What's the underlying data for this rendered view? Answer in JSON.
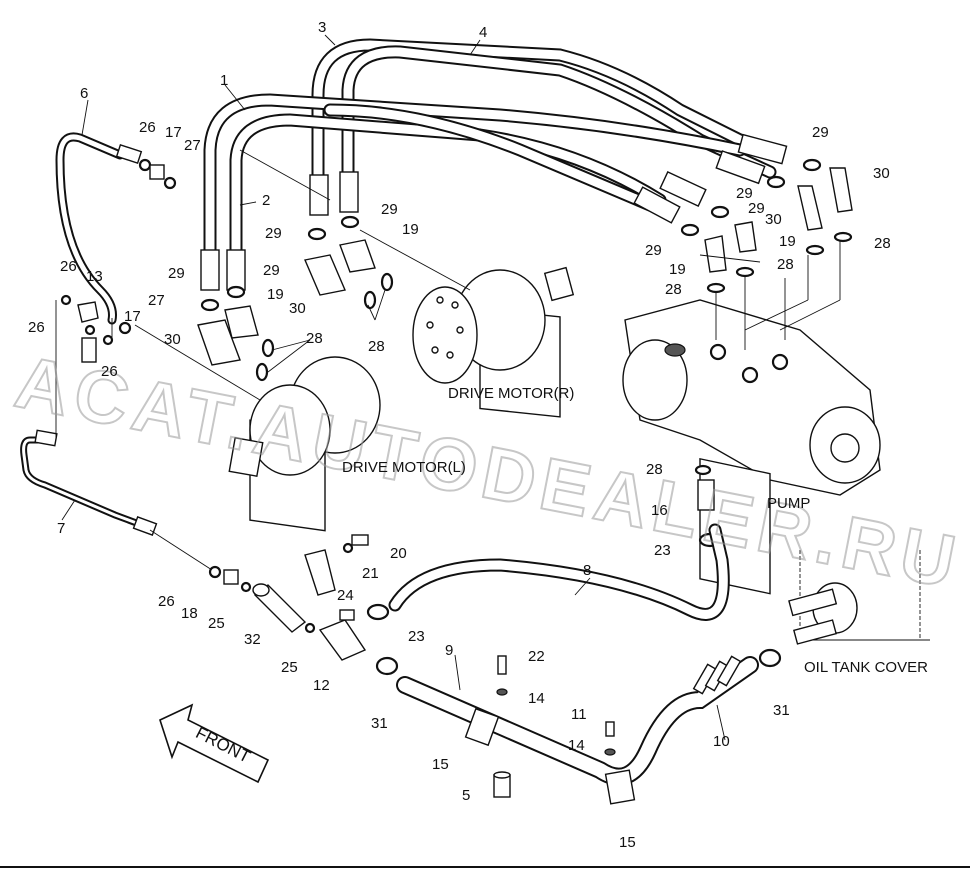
{
  "diagram": {
    "captions": {
      "drive_motor_r": "DRIVE MOTOR(R)",
      "drive_motor_l": "DRIVE MOTOR(L)",
      "pump": "PUMP",
      "oil_tank_cover": "OIL TANK COVER",
      "front": "FRONT"
    },
    "watermark": "ACAT.AUTODEALER.RU",
    "callouts": {
      "c1": "1",
      "c2": "2",
      "c3": "3",
      "c4": "4",
      "c5": "5",
      "c6": "6",
      "c7": "7",
      "c8": "8",
      "c9": "9",
      "c10": "10",
      "c11": "11",
      "c12": "12",
      "c13": "13",
      "c14a": "14",
      "c14b": "14",
      "c15a": "15",
      "c15b": "15",
      "c16": "16",
      "c17a": "17",
      "c17b": "17",
      "c18": "18",
      "c19a": "19",
      "c19b": "19",
      "c19c": "19",
      "c19d": "19",
      "c20": "20",
      "c21": "21",
      "c22": "22",
      "c23a": "23",
      "c23b": "23",
      "c24": "24",
      "c25a": "25",
      "c25b": "25",
      "c26a": "26",
      "c26b": "26",
      "c26c": "26",
      "c26d": "26",
      "c26e": "26",
      "c27a": "27",
      "c27b": "27",
      "c28a": "28",
      "c28b": "28",
      "c28c": "28",
      "c28d": "28",
      "c28e": "28",
      "c28f": "28",
      "c29a": "29",
      "c29b": "29",
      "c29c": "29",
      "c29d": "29",
      "c29e": "29",
      "c29f": "29",
      "c29g": "29",
      "c30a": "30",
      "c30b": "30",
      "c30c": "30",
      "c30d": "30",
      "c31a": "31",
      "c31b": "31",
      "c32": "32"
    }
  }
}
